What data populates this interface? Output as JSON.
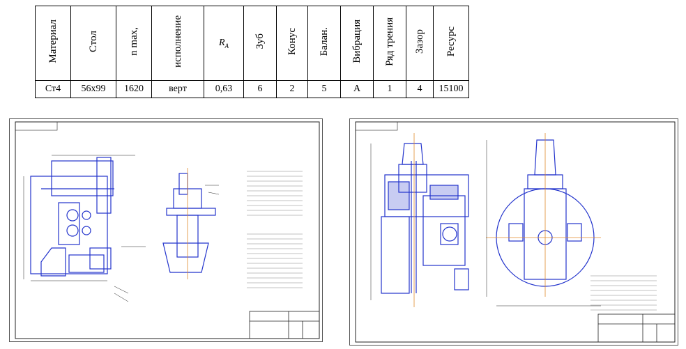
{
  "spec_table": {
    "headers": [
      {
        "key": "material",
        "label": "Материал"
      },
      {
        "key": "table",
        "label": "Стол"
      },
      {
        "key": "nmax",
        "label": "n max,"
      },
      {
        "key": "version",
        "label": "исполнение"
      },
      {
        "key": "ra",
        "label": "R",
        "sub": "A"
      },
      {
        "key": "tooth",
        "label": "Зуб"
      },
      {
        "key": "cone",
        "label": "Конус"
      },
      {
        "key": "balance",
        "label": "Балан."
      },
      {
        "key": "vibration",
        "label": "Вибрация"
      },
      {
        "key": "friction_row",
        "label": "Ряд трения"
      },
      {
        "key": "gap",
        "label": "Зазор"
      },
      {
        "key": "resource",
        "label": "Ресурс"
      }
    ],
    "values": [
      "Ст4",
      "56x99",
      "1620",
      "верт",
      "0,63",
      "6",
      "2",
      "5",
      "A",
      "1",
      "4",
      "15100"
    ]
  },
  "colors": {
    "drawing_blue": "#2233cc",
    "axis_orange": "#e08a2a",
    "line_black": "#222222"
  }
}
